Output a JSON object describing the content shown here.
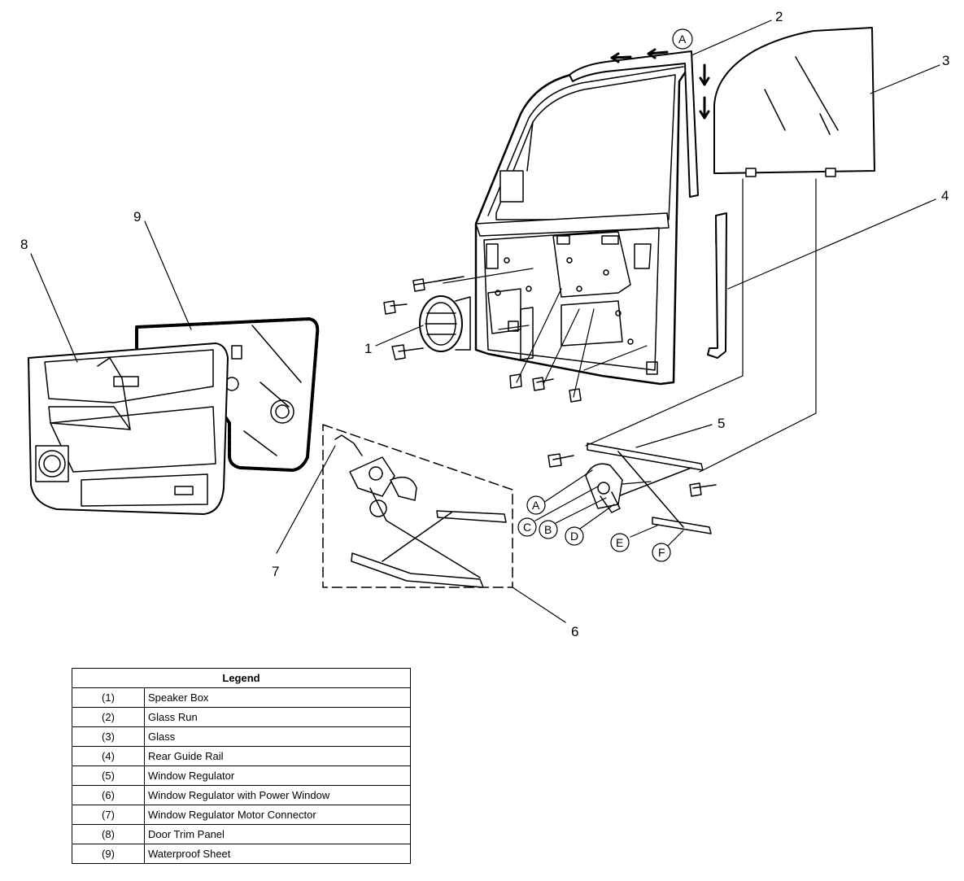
{
  "callouts": [
    "1",
    "2",
    "3",
    "4",
    "5",
    "6",
    "7",
    "8",
    "9"
  ],
  "letters": {
    "top_a": "A",
    "a": "A",
    "b": "B",
    "c": "C",
    "d": "D",
    "e": "E",
    "f": "F"
  },
  "legend": {
    "title": "Legend",
    "rows": [
      {
        "num": "(1)",
        "desc": "Speaker Box"
      },
      {
        "num": "(2)",
        "desc": "Glass Run"
      },
      {
        "num": "(3)",
        "desc": "Glass"
      },
      {
        "num": "(4)",
        "desc": "Rear Guide Rail"
      },
      {
        "num": "(5)",
        "desc": "Window Regulator"
      },
      {
        "num": "(6)",
        "desc": "Window Regulator with Power Window"
      },
      {
        "num": "(7)",
        "desc": "Window Regulator Motor Connector"
      },
      {
        "num": "(8)",
        "desc": "Door Trim Panel"
      },
      {
        "num": "(9)",
        "desc": "Waterproof Sheet"
      }
    ]
  }
}
